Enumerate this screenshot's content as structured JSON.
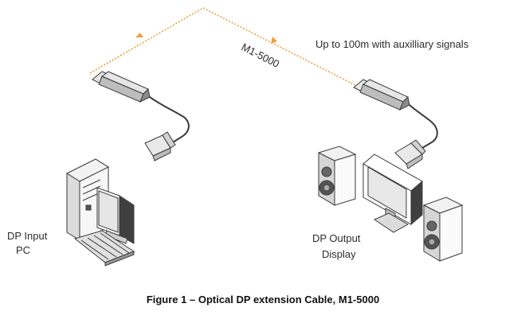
{
  "diagram": {
    "fiber_label": "M1-5000",
    "distance_note": "Up to 100m with auxilliary signals",
    "source": {
      "line1": "DP Input",
      "line2": "PC"
    },
    "sink": {
      "line1": "DP Output",
      "line2": "Display"
    },
    "caption": "Figure 1 – Optical DP extension Cable, M1-5000"
  },
  "colors": {
    "fiber": "#f0a040",
    "outline": "#3a3a3a",
    "shade": "#cfcfcf"
  }
}
